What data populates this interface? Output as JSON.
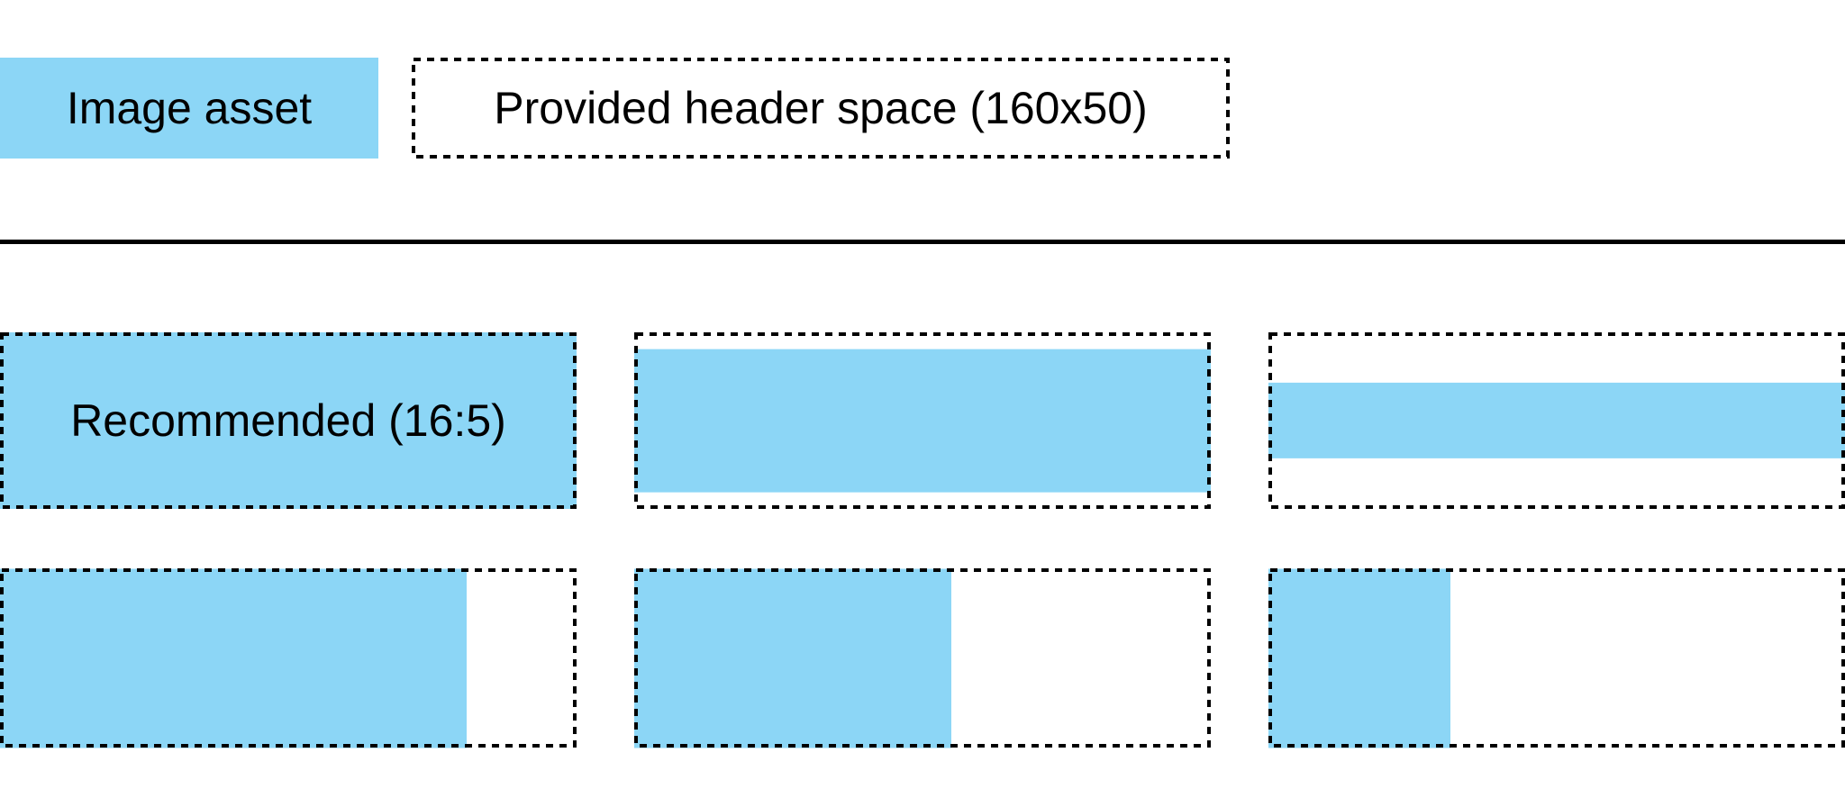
{
  "colors": {
    "asset_blue": "#8CD6F6",
    "line_black": "#000000"
  },
  "legend": {
    "asset_label": "Image asset",
    "space_label": "Provided header space (160x50)"
  },
  "examples": [
    {
      "id": "recommended-16-5",
      "label": "Recommended (16:5)",
      "fill": {
        "width_pct": 100,
        "height_pct": 100,
        "h_align": "left",
        "v_align": "center"
      }
    },
    {
      "id": "full-width-81pct-height",
      "label": "",
      "fill": {
        "width_pct": 100,
        "height_pct": 81,
        "h_align": "left",
        "v_align": "center"
      }
    },
    {
      "id": "full-width-43pct-height",
      "label": "",
      "fill": {
        "width_pct": 100,
        "height_pct": 43,
        "h_align": "left",
        "v_align": "center"
      }
    },
    {
      "id": "full-height-81pct-width",
      "label": "",
      "fill": {
        "width_pct": 81,
        "height_pct": 100,
        "h_align": "left",
        "v_align": "center"
      }
    },
    {
      "id": "full-height-55pct-width",
      "label": "",
      "fill": {
        "width_pct": 55,
        "height_pct": 100,
        "h_align": "left",
        "v_align": "center"
      }
    },
    {
      "id": "full-height-31pct-width",
      "label": "",
      "fill": {
        "width_pct": 31.5,
        "height_pct": 100,
        "h_align": "left",
        "v_align": "center"
      }
    }
  ]
}
